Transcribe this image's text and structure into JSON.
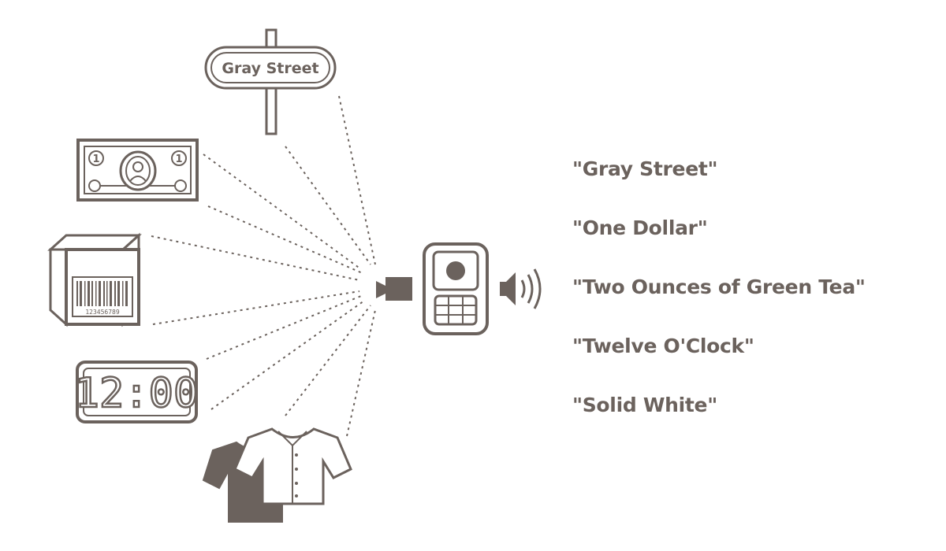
{
  "street_sign": {
    "label": "Gray Street"
  },
  "banknote": {
    "denomination_left": "1",
    "denomination_right": "1"
  },
  "barcode_box": {
    "barcode_number": "123456789"
  },
  "clock": {
    "time": "12:00"
  },
  "phrases": [
    "\"Gray Street\"",
    "\"One Dollar\"",
    "\"Two Ounces of Green Tea\"",
    "\"Twelve O'Clock\"",
    "\"Solid White\""
  ],
  "colors": {
    "ink": "#6b625d",
    "background": "#ffffff"
  },
  "icons": [
    "street-sign-icon",
    "banknote-icon",
    "product-box-icon",
    "digital-clock-icon",
    "shirts-icon",
    "camera-icon",
    "phone-icon",
    "speaker-icon"
  ]
}
